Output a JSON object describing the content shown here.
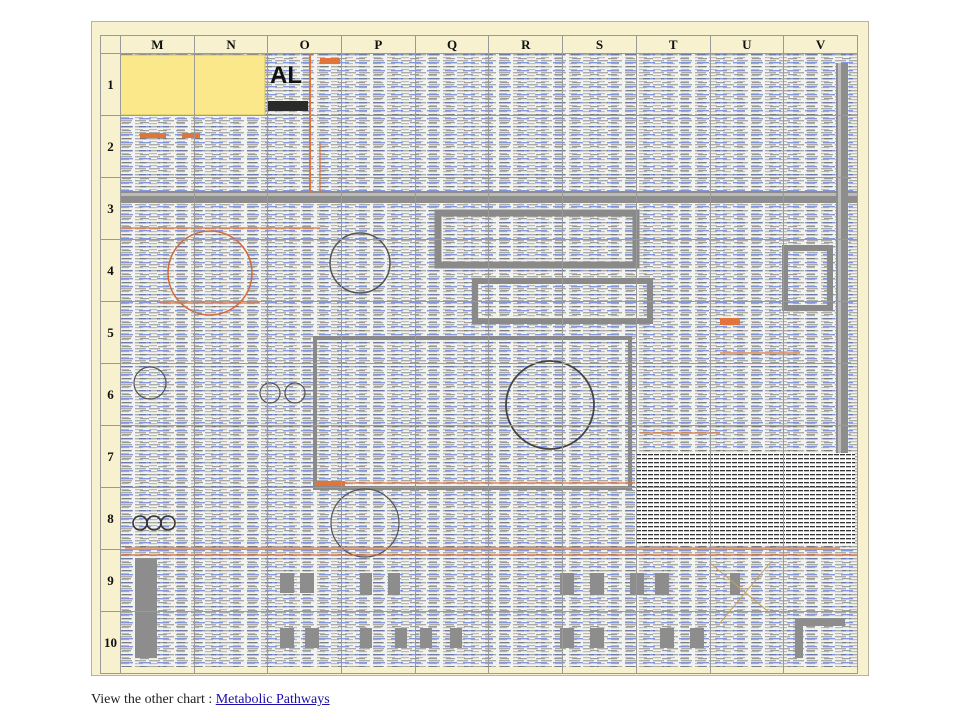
{
  "columns": [
    "M",
    "N",
    "O",
    "P",
    "Q",
    "R",
    "S",
    "T",
    "U",
    "V"
  ],
  "rows": [
    "1",
    "2",
    "3",
    "4",
    "5",
    "6",
    "7",
    "8",
    "9",
    "10"
  ],
  "chart": {
    "title_fragment": "AL",
    "title_box_color": "#fbe88a"
  },
  "footer": {
    "text": "View the other chart :",
    "link_label": "Metabolic Pathways"
  }
}
